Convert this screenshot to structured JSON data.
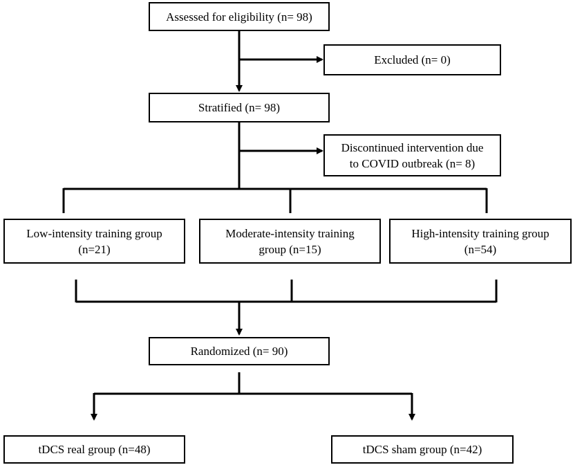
{
  "flowchart": {
    "assessed": "Assessed for eligibility (n= 98)",
    "excluded": "Excluded (n= 0)",
    "stratified": "Stratified (n= 98)",
    "discontinued": "Discontinued intervention due\nto COVID outbreak (n= 8)",
    "low_intensity": "Low-intensity training group\n(n=21)",
    "moderate_intensity": "Moderate-intensity training\ngroup (n=15)",
    "high_intensity": "High-intensity training group\n(n=54)",
    "randomized": "Randomized (n= 90)",
    "tdcs_real": "tDCS real group (n=48)",
    "tdcs_sham": "tDCS sham group (n=42)"
  }
}
